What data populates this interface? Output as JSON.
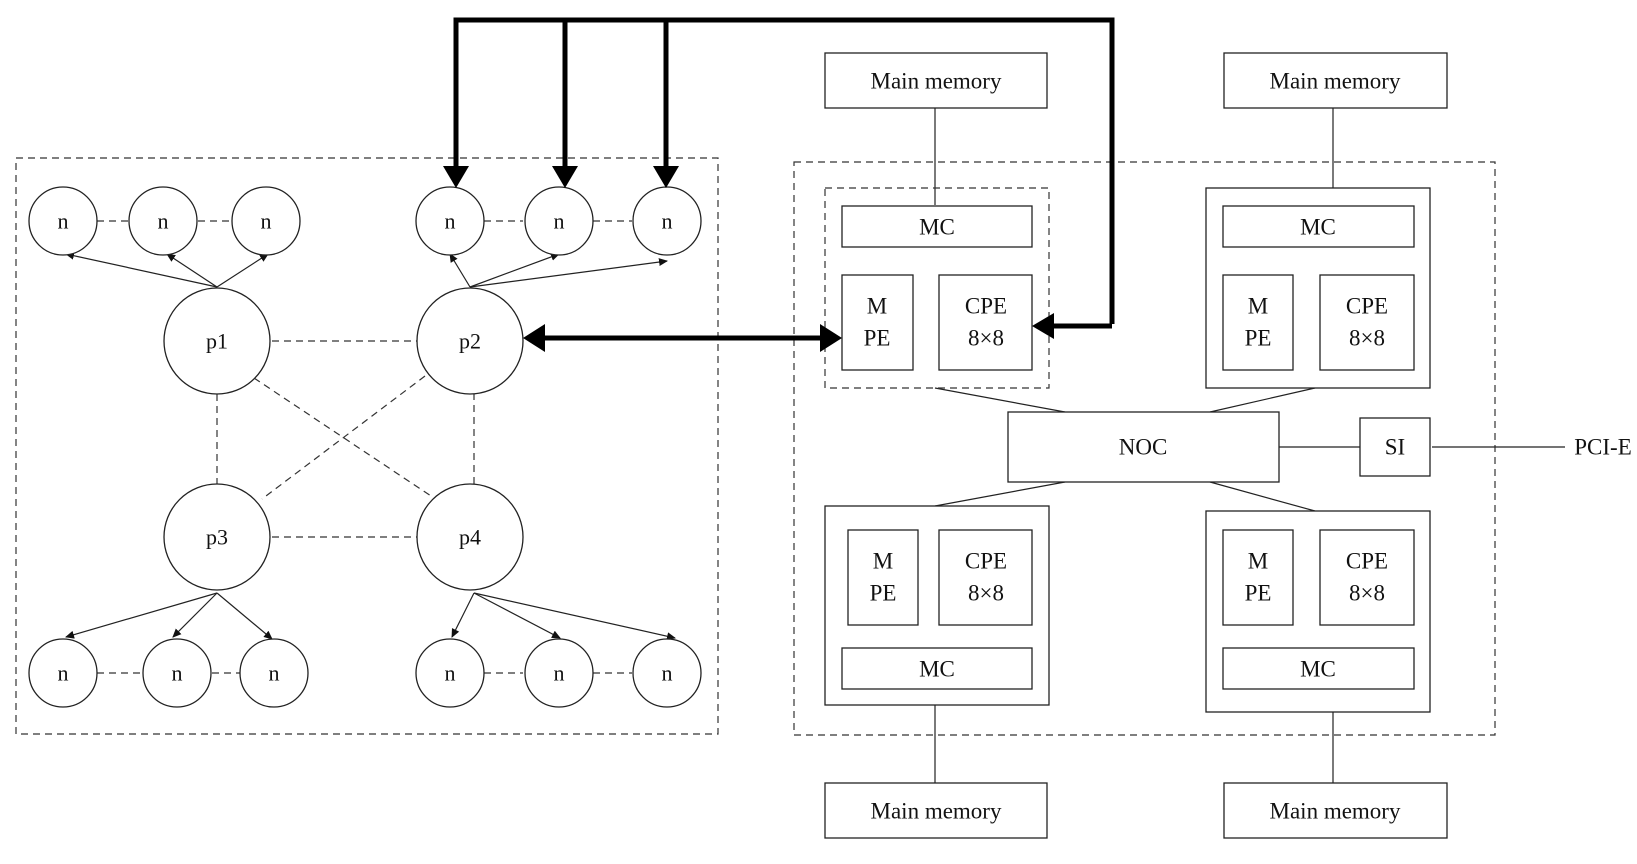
{
  "labels": {
    "leaf_node": "n",
    "p1": "p1",
    "p2": "p2",
    "p3": "p3",
    "p4": "p4",
    "main_memory": "Main memory",
    "mc": "MC",
    "mpe_line1": "M",
    "mpe_line2": "PE",
    "cpe_line1": "CPE",
    "cpe_line2": "8×8",
    "noc": "NOC",
    "si": "SI",
    "pcie": "PCI-E"
  },
  "colors": {
    "stroke": "#222222",
    "thick_arrow": "#000000",
    "background": "#ffffff"
  }
}
